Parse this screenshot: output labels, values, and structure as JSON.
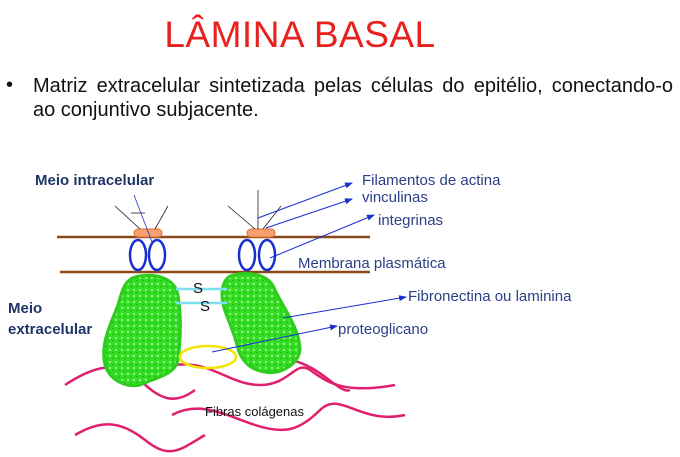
{
  "title": "LÂMINA BASAL",
  "bullet": {
    "symbol": "•",
    "text": "Matriz extracelular sintetizada pelas células do epitélio, conectando-o ao conjuntivo subjacente."
  },
  "diagram": {
    "intracellular": "Meio intracelular",
    "extracellular_1": "Meio",
    "extracellular_2": "extracelular",
    "actin": "Filamentos de actina",
    "vinculin": "vinculinas",
    "integrins": "integrinas",
    "membrane": "Membrana plasmática",
    "fibronectin": "Fibronectina ou laminina",
    "proteoglycan": "proteoglicano",
    "collagen": "Fibras colágenas",
    "s1": "S",
    "s2": "S"
  },
  "colors": {
    "title": "#e8201e",
    "label": "#2a3f86",
    "membrane": "#8b4a1c",
    "integrin": "#1a2fd0",
    "laminin": "#33dd22",
    "collagen": "#e0206e",
    "proteoglycan": "#f2e600"
  }
}
